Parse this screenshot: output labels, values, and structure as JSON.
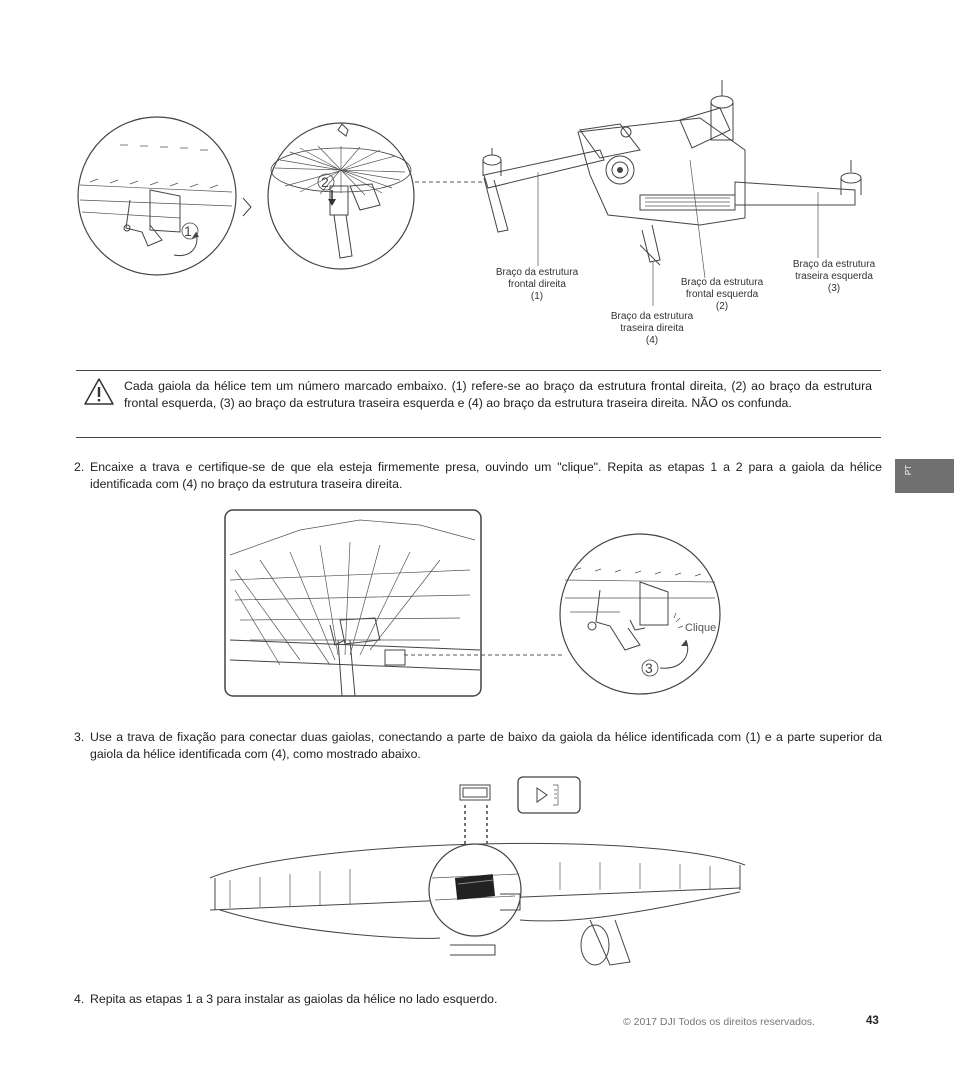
{
  "diagram_top": {
    "labels": [
      {
        "line1": "Braço da estrutura",
        "line2": "frontal direita",
        "line3": "(1)"
      },
      {
        "line1": "Braço da estrutura",
        "line2": "frontal esquerda",
        "line3": "(2)"
      },
      {
        "line1": "Braço da estrutura",
        "line2": "traseira esquerda",
        "line3": "(3)"
      },
      {
        "line1": "Braço da estrutura",
        "line2": "traseira direita",
        "line3": "(4)"
      }
    ],
    "callouts": [
      "1",
      "2"
    ]
  },
  "warning": {
    "text": "Cada gaiola da hélice tem um número marcado embaixo. (1) refere-se ao braço da estrutura frontal direita, (2) ao braço da estrutura frontal esquerda, (3) ao braço da estrutura traseira esquerda e (4) ao braço da estrutura traseira direita. NÃO os confunda."
  },
  "steps": [
    {
      "num": "2.",
      "text": "Encaixe a trava e certifique-se de que ela esteja firmemente presa, ouvindo um \"clique\". Repita as etapas 1 a 2 para a gaiola da hélice identificada com (4) no braço da estrutura traseira direita."
    },
    {
      "num": "3.",
      "text": "Use a trava de fixação para conectar duas gaiolas, conectando a parte de baixo da gaiola da hélice identificada com (1) e a parte superior da gaiola da hélice identificada com (4), como mostrado abaixo."
    },
    {
      "num": "4.",
      "text": "Repita as etapas 1 a 3 para instalar as gaiolas da hélice no lado esquerdo."
    }
  ],
  "diagram_mid": {
    "click_label": "Clique",
    "callout": "3"
  },
  "side_tab": "PT",
  "footer": {
    "copyright": "© 2017  DJI Todos os direitos reservados.",
    "page": "43"
  }
}
